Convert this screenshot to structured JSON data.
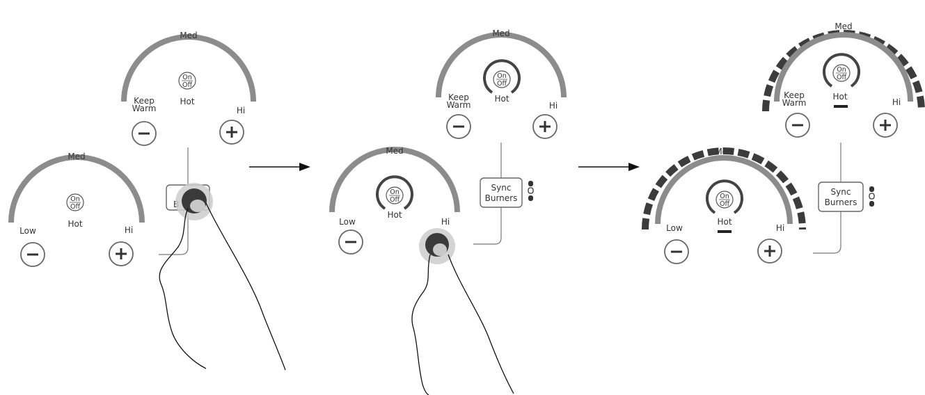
{
  "colors": {
    "arc": "#8c8c8c",
    "outer_ring": "#3c3c3c",
    "line": "#555555",
    "touch_dark": "#3a3a3a",
    "touch_light": "#bdbdbd"
  },
  "labels": {
    "med": "Med",
    "keep_warm_1": "Keep",
    "keep_warm_2": "Warm",
    "low": "Low",
    "hi": "Hi",
    "hot": "Hot",
    "on": "On",
    "off": "Off",
    "sync_1": "Sync",
    "sync_2": "Burners",
    "sync_partial": "B"
  },
  "steps": [
    {
      "id": "step-1",
      "burners": [
        {
          "id": "top",
          "left_label": "keep_warm",
          "inner_ring": false,
          "outer_ring": false,
          "hot_bar": false
        },
        {
          "id": "bottom",
          "left_label": "low",
          "inner_ring": false,
          "outer_ring": false,
          "hot_bar": false
        }
      ],
      "touch": "sync-button"
    },
    {
      "id": "step-2",
      "burners": [
        {
          "id": "top",
          "left_label": "keep_warm",
          "inner_ring": true,
          "outer_ring": false,
          "hot_bar": false
        },
        {
          "id": "bottom",
          "left_label": "low",
          "inner_ring": true,
          "outer_ring": false,
          "hot_bar": false
        }
      ],
      "touch": "hi-label"
    },
    {
      "id": "step-3",
      "burners": [
        {
          "id": "top",
          "left_label": "keep_warm",
          "inner_ring": true,
          "outer_ring": true,
          "hot_bar": true
        },
        {
          "id": "bottom",
          "left_label": "low",
          "inner_ring": true,
          "outer_ring": true,
          "hot_bar": true
        }
      ],
      "touch": "none"
    }
  ],
  "arrows": [
    {
      "from": "step-1",
      "to": "step-2"
    },
    {
      "from": "step-2",
      "to": "step-3"
    }
  ]
}
